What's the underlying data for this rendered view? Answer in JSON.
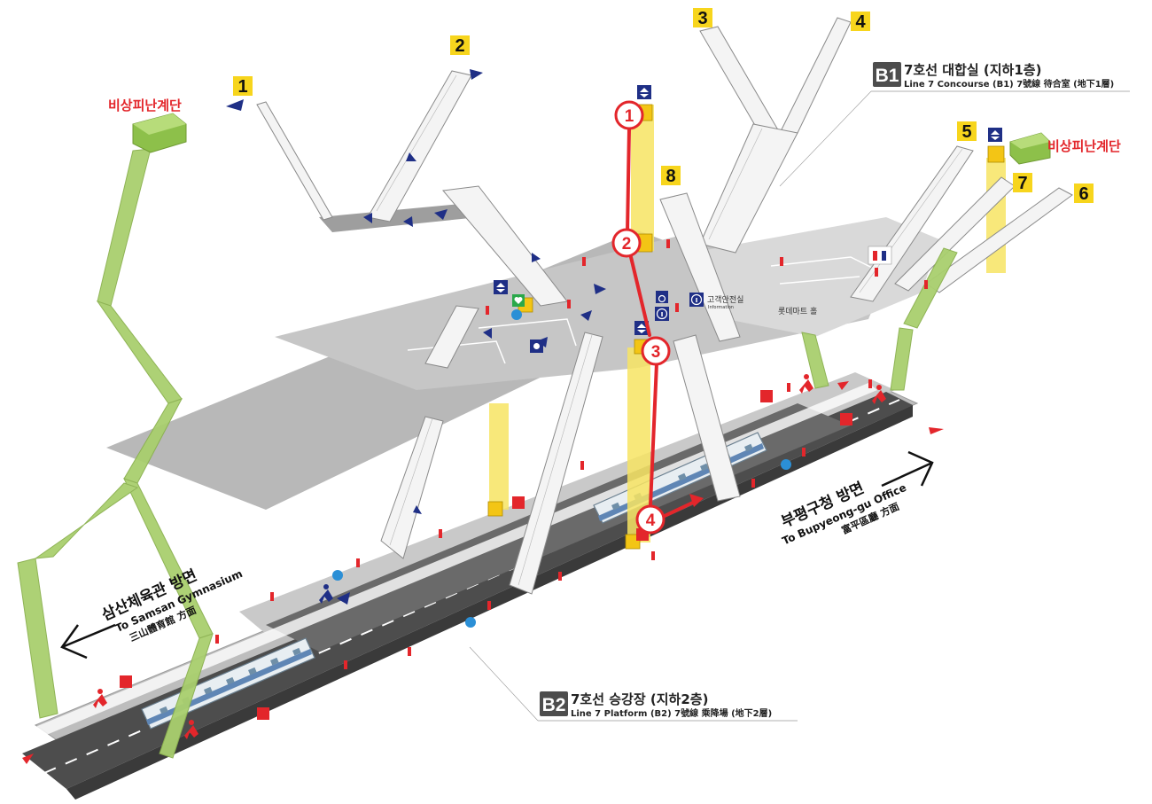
{
  "exits": [
    {
      "id": "exit-1",
      "label": "1"
    },
    {
      "id": "exit-2",
      "label": "2"
    },
    {
      "id": "exit-3",
      "label": "3"
    },
    {
      "id": "exit-4",
      "label": "4"
    },
    {
      "id": "exit-5",
      "label": "5"
    },
    {
      "id": "exit-6",
      "label": "6"
    },
    {
      "id": "exit-7",
      "label": "7"
    },
    {
      "id": "exit-8",
      "label": "8"
    }
  ],
  "emergency_stairs": {
    "left_label": "비상피난계단",
    "right_label": "비상피난계단"
  },
  "levels": {
    "b1": {
      "badge": "B1",
      "title": "7호선 대합실 (지하1층)",
      "subtitle": "Line 7 Concourse (B1) 7號線 待合室 (地下1層)"
    },
    "b2": {
      "badge": "B2",
      "title": "7호선 승강장 (지하2층)",
      "subtitle": "Line 7 Platform (B2) 7號線 乘降場 (地下2層)"
    }
  },
  "directions": {
    "left": {
      "kr": "삼산체육관 방면",
      "en": "To Samsan Gymnasium",
      "cn": "三山體育館 方面"
    },
    "right": {
      "kr": "부평구청 방면",
      "en": "To Bupyeong-gu Office",
      "cn": "富平區廳 方面"
    }
  },
  "facilities": {
    "info_center": {
      "kr": "고객안전실",
      "en": "Information"
    },
    "lotte_mart": "롯데마트 홀"
  },
  "route_steps": [
    "1",
    "2",
    "3",
    "4"
  ],
  "colors": {
    "route_red": "#e3262b",
    "exit_yellow": "#f7d51d",
    "floor_gray": "#b9b9b9",
    "track_dark": "#4a4a4a",
    "stair_green": "#a9cf6e",
    "icon_blue": "#1f2f86",
    "level_badge": "#4d4d4d"
  }
}
